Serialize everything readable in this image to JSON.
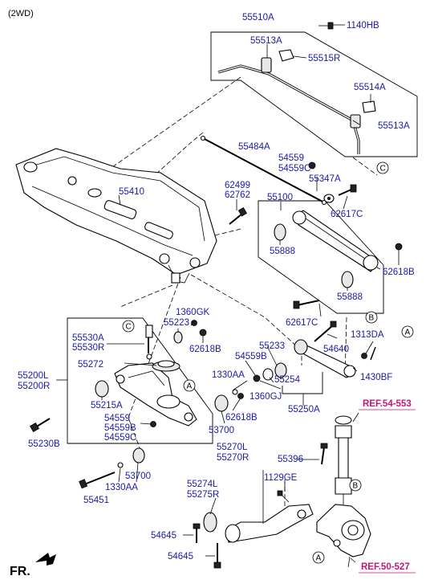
{
  "header": {
    "variant": "(2WD)"
  },
  "callouts": {
    "c55510A": "55510A",
    "c1140HB": "1140HB",
    "c55513A_top": "55513A",
    "c55515R": "55515R",
    "c55514A": "55514A",
    "c55513A_right": "55513A",
    "c55484A": "55484A",
    "c54559": "54559",
    "c54559C": "54559C",
    "c55347A": "55347A",
    "c55410": "55410",
    "c62499": "62499",
    "c62762": "62762",
    "c62617C_top": "62617C",
    "c55100": "55100",
    "c55888_top": "55888",
    "c62618B_right": "62618B",
    "c55888_bot": "55888",
    "c62617C_bot": "62617C",
    "c1360GK": "1360GK",
    "c55223": "55223",
    "c62618B_mid": "62618B",
    "c55530A": "55530A",
    "c55530R": "55530R",
    "c55272": "55272",
    "c55200L": "55200L",
    "c55200R": "55200R",
    "c55215A": "55215A",
    "c54559_l": "54559",
    "c54559B_l": "54559B",
    "c54559C_l": "54559C",
    "c55230B": "55230B",
    "c55451": "55451",
    "c1330AA_bot": "1330AA",
    "c53700_bot": "53700",
    "c55233": "55233",
    "c54559B_mid": "54559B",
    "c1330AA_mid": "1330AA",
    "c55254": "55254",
    "c1360GJ": "1360GJ",
    "c62618B_low": "62618B",
    "c53700_mid": "53700",
    "c55250A": "55250A",
    "c54640": "54640",
    "c1313DA": "1313DA",
    "c1430BF": "1430BF",
    "c55270L": "55270L",
    "c55270R": "55270R",
    "c55274L": "55274L",
    "c55275R": "55275R",
    "c1129GE": "1129GE",
    "c55396": "55396",
    "c54645_a": "54645",
    "c54645_b": "54645"
  },
  "refs": {
    "ref_top": "REF.54-553",
    "ref_bot": "REF.50-527"
  },
  "circle_markers": {
    "A": "A",
    "B": "B",
    "C": "C"
  },
  "footer": {
    "direction": "FR."
  },
  "colors": {
    "label": "#1a1aa8",
    "ref": "#c0187a",
    "line": "#000000"
  }
}
